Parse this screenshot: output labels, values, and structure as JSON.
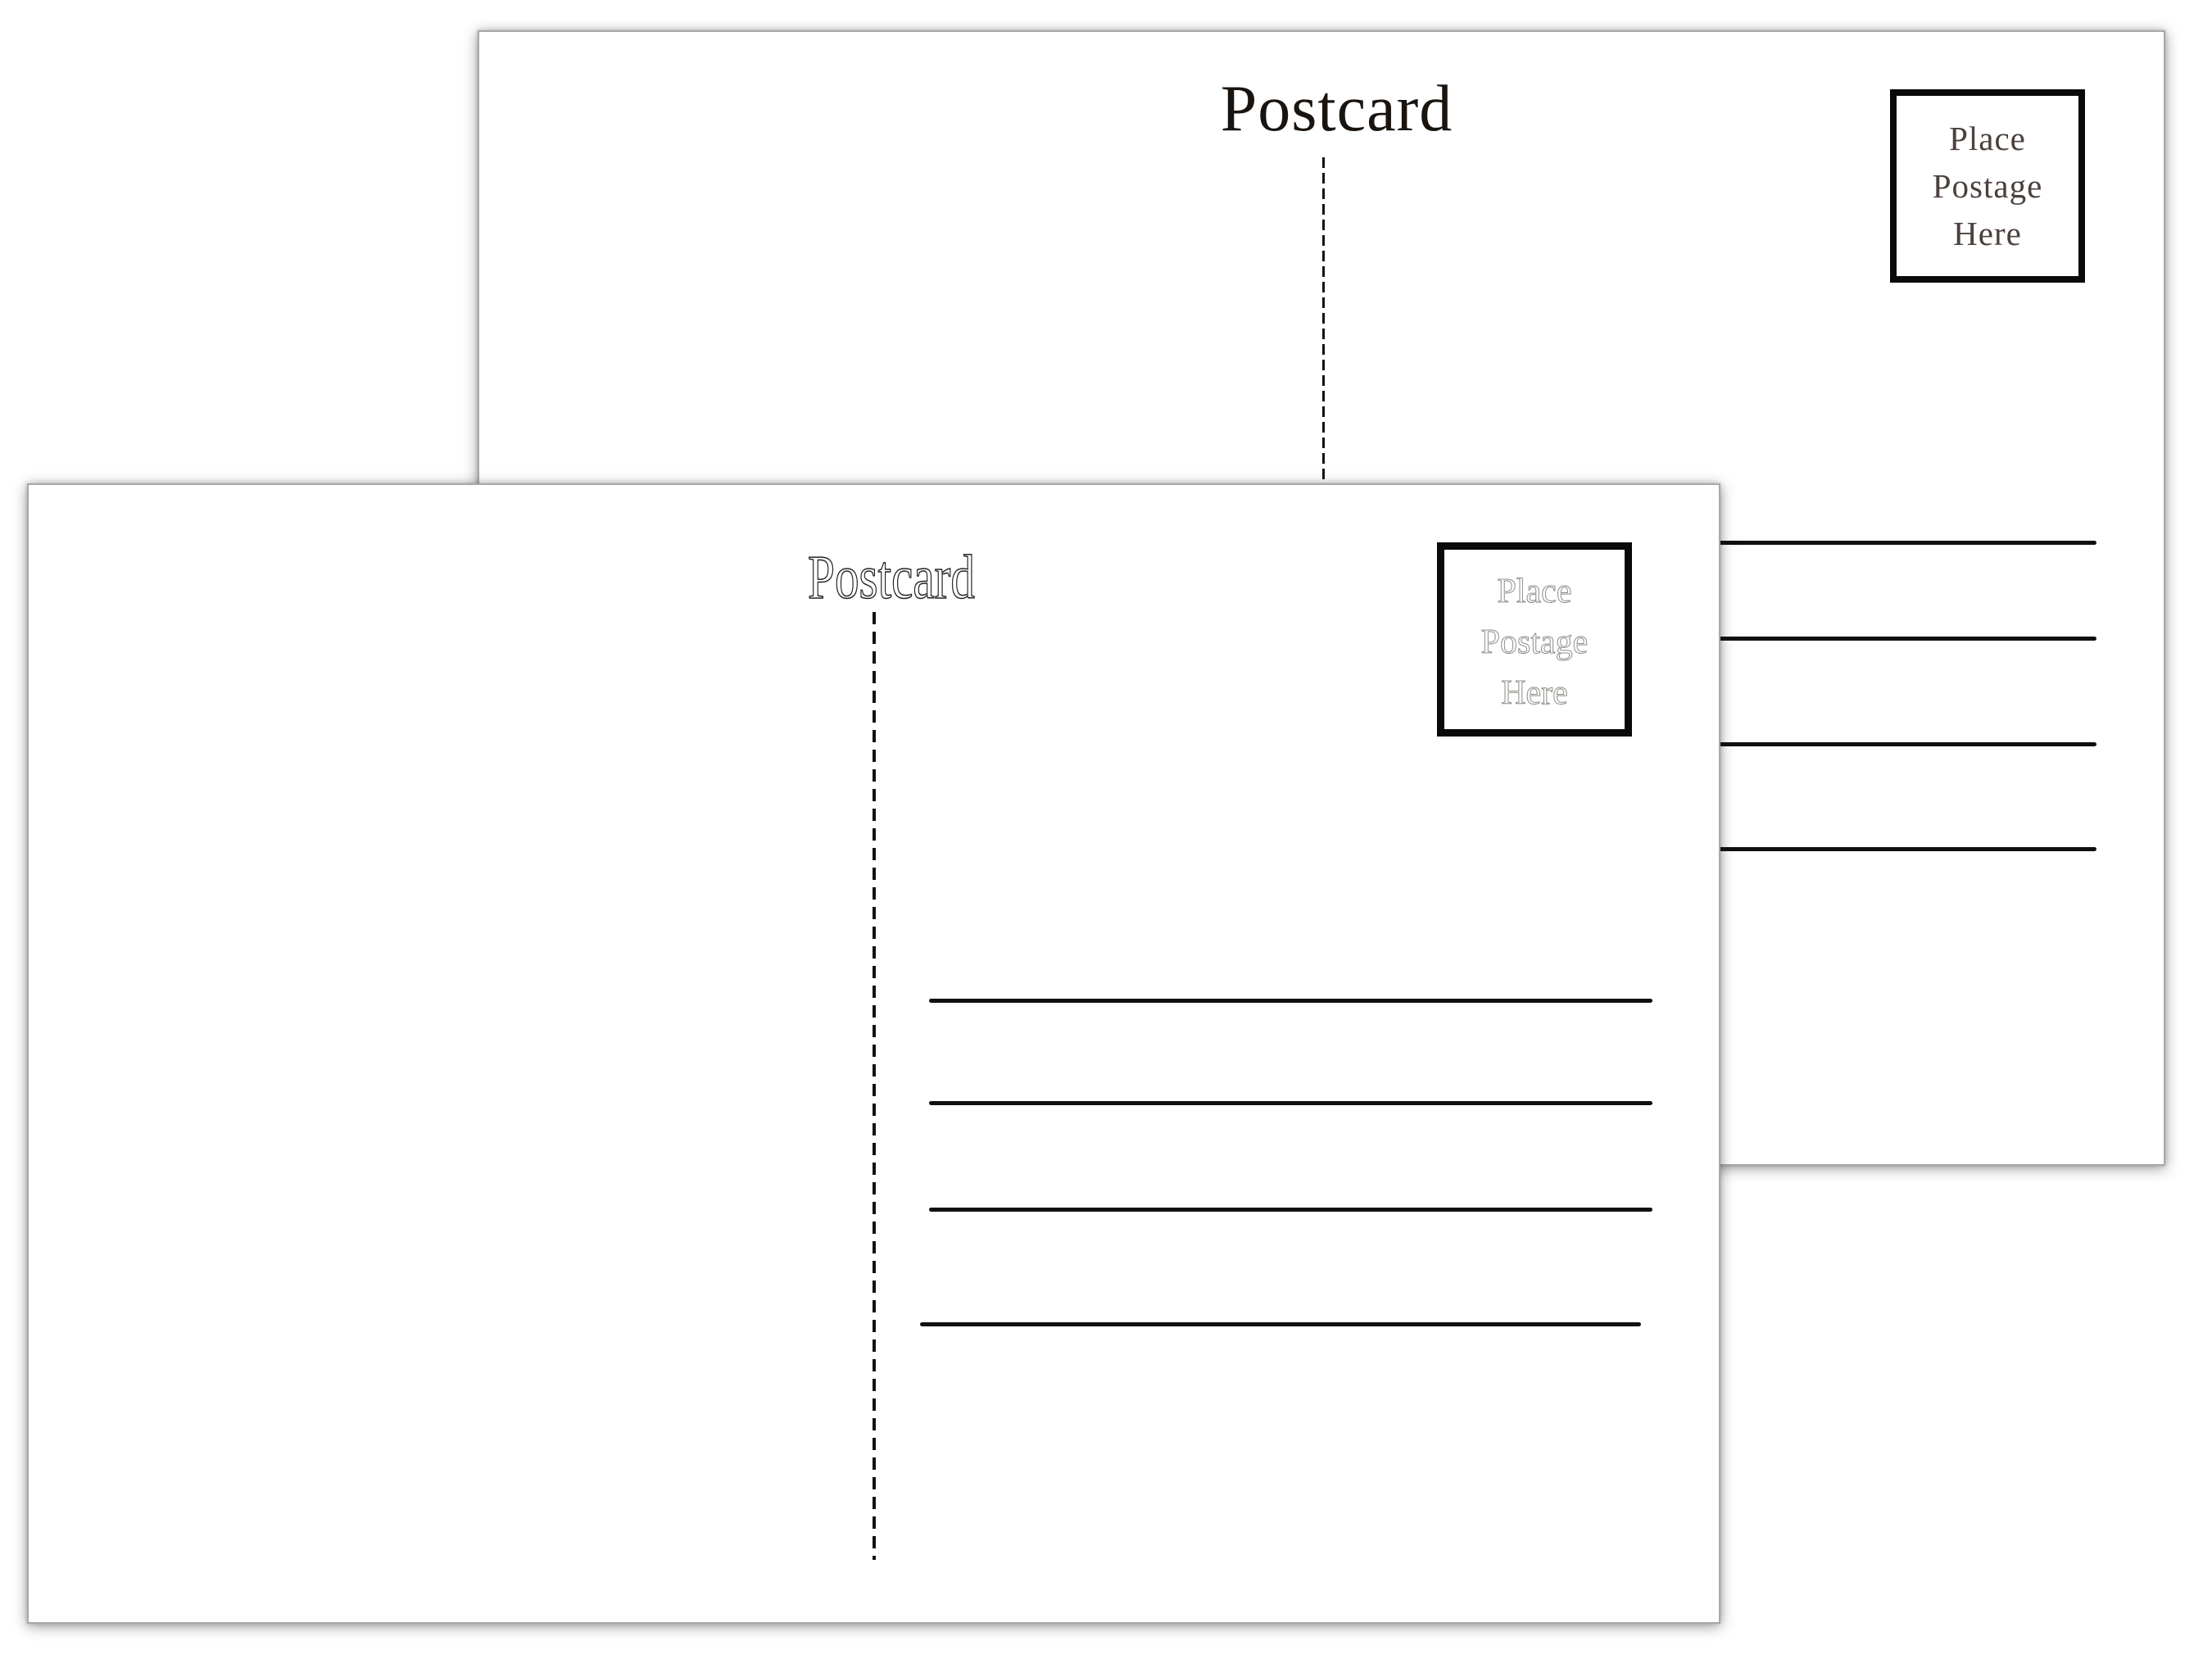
{
  "colors": {
    "page_bg": "#ffffff",
    "card_bg": "#ffffff",
    "card_border": "#a8a8a8",
    "ink": "#121212",
    "back_title_color": "#19140f",
    "back_postage_color": "#4b413c",
    "front_title_stroke": "#232323",
    "front_postage_stroke": "#908c87"
  },
  "back_card": {
    "title": "Postcard",
    "postage_box": {
      "line1": "Place",
      "line2": "Postage",
      "line3": "Here"
    }
  },
  "front_card": {
    "title": "Postcard",
    "postage_box": {
      "line1": "Place",
      "line2": "Postage",
      "line3": "Here"
    }
  }
}
